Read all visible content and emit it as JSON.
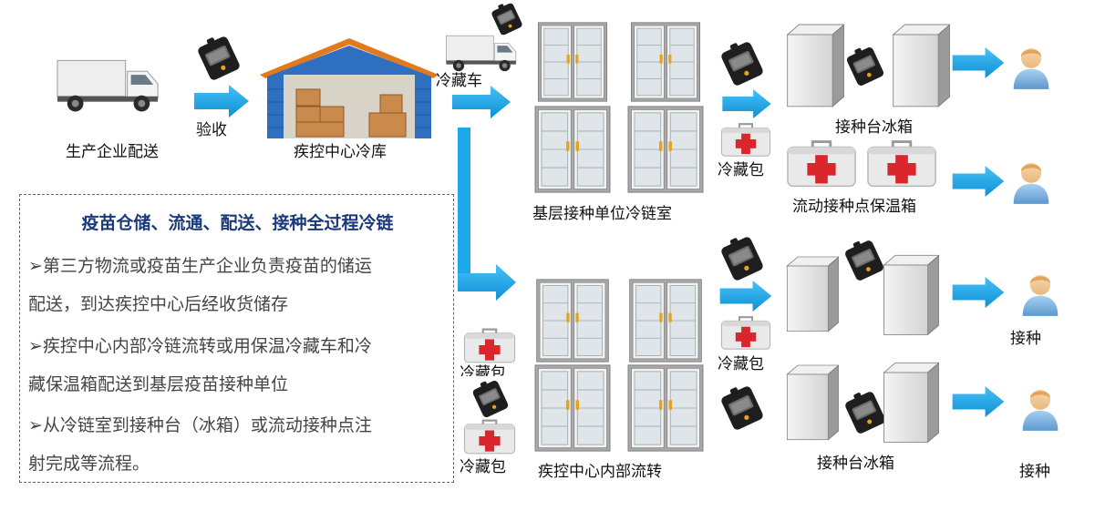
{
  "labels": {
    "producer": "生产企业配送",
    "acceptance": "验收",
    "cdc_cold_storage": "疾控中心冷库",
    "refrigerated_truck": "冷藏车",
    "grassroots_cold_room": "基层接种单位冷链室",
    "cold_bag_1": "冷藏包",
    "vaccination_fridge_1": "接种台冰箱",
    "mobile_incubator": "流动接种点保温箱",
    "cold_bag_2": "冷藏包",
    "vaccinate_1": "接种",
    "cold_bag_3": "冷藏包",
    "cold_bag_4": "冷藏包",
    "cdc_internal": "疾控中心内部流转",
    "vaccination_fridge_2": "接种台冰箱",
    "vaccinate_2": "接种"
  },
  "textbox": {
    "title": "疫苗仓储、流通、配送、接种全过程冷链",
    "lines": [
      "➢第三方物流或疫苗生产企业负责疫苗的储运",
      "配送，到达疾控中心后经收货储存",
      "➢疾控中心内部冷链流转或用保温冷藏车和冷",
      "藏保温箱配送到基层疫苗接种单位",
      "➢从冷链室到接种台（冰箱）或流动接种点注",
      "射完成等流程。"
    ]
  },
  "colors": {
    "arrow": "#1ea8ec",
    "cross": "#d9262c",
    "roof": "#e07a1f",
    "warehouse": "#2f6fc0",
    "title": "#1b3a7a",
    "person": "#7fb4df"
  }
}
